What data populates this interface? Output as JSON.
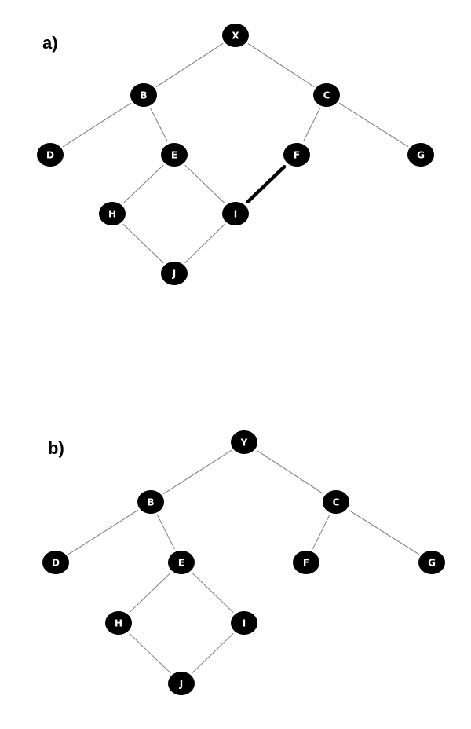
{
  "style": {
    "node_color": "#000000",
    "edge_color": "#7a7a7a",
    "bold_edge_color": "#000000",
    "label_color": "#ffffff"
  },
  "panels": [
    {
      "label": "a)",
      "nodes": [
        "X",
        "B",
        "C",
        "D",
        "E",
        "F",
        "G",
        "H",
        "I",
        "J"
      ],
      "edges": [
        {
          "from": "X",
          "to": "B"
        },
        {
          "from": "X",
          "to": "C"
        },
        {
          "from": "B",
          "to": "D"
        },
        {
          "from": "B",
          "to": "E"
        },
        {
          "from": "C",
          "to": "F"
        },
        {
          "from": "C",
          "to": "G"
        },
        {
          "from": "E",
          "to": "H"
        },
        {
          "from": "E",
          "to": "I"
        },
        {
          "from": "H",
          "to": "J"
        },
        {
          "from": "I",
          "to": "J"
        },
        {
          "from": "F",
          "to": "I",
          "emphasis": "bold"
        }
      ]
    },
    {
      "label": "b)",
      "nodes": [
        "Y",
        "B",
        "C",
        "D",
        "E",
        "F",
        "G",
        "H",
        "I",
        "J"
      ],
      "edges": [
        {
          "from": "Y",
          "to": "B"
        },
        {
          "from": "Y",
          "to": "C"
        },
        {
          "from": "B",
          "to": "D"
        },
        {
          "from": "B",
          "to": "E"
        },
        {
          "from": "C",
          "to": "F"
        },
        {
          "from": "C",
          "to": "G"
        },
        {
          "from": "E",
          "to": "H"
        },
        {
          "from": "E",
          "to": "I"
        },
        {
          "from": "H",
          "to": "J"
        },
        {
          "from": "I",
          "to": "J"
        }
      ]
    }
  ]
}
